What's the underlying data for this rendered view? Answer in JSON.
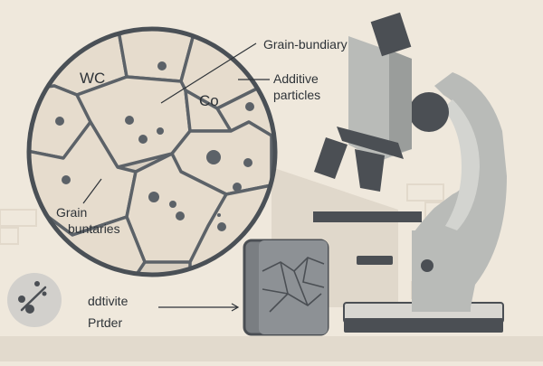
{
  "colors": {
    "background": "#efe8dc",
    "grain_fill": "#e6dccd",
    "grain_boundary": "#5c6268",
    "frame": "#4a5056",
    "microscope_light": "#b9bbb8",
    "microscope_mid": "#9a9d9b",
    "microscope_dark": "#4b4f54",
    "particle": "#5c6268"
  },
  "labels": {
    "grain_boundary": "Grain-bundiary",
    "additive_line1": "Additive",
    "additive_line2": "particles",
    "wc": "WC",
    "co": "Co",
    "grain_line1": "Grain",
    "grain_line2": "buntaries",
    "bottom_line1": "ddtivite",
    "bottom_line2": "Prtder"
  },
  "icons": {
    "sample_badge": "particle-sample-icon",
    "specimen": "specimen-block-icon",
    "microscope": "microscope-icon"
  }
}
